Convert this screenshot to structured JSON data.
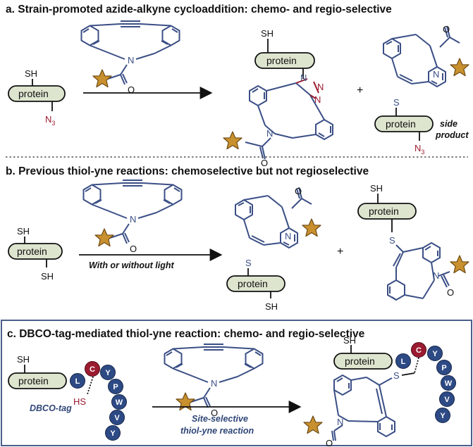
{
  "panels": {
    "a": {
      "title": "a. Strain-promoted azide-alkyne cycloaddition: chemo- and regio-selective",
      "side_product_1": "side",
      "side_product_2": "product"
    },
    "b": {
      "title": "b. Previous thiol-yne reactions: chemoselective but not regioselective",
      "condition": "With or without light"
    },
    "c": {
      "title": "c. DBCO-tag-mediated thiol-yne reaction: chemo- and regio-selective",
      "tag_label": "DBCO-tag",
      "condition_1": "Site-selective",
      "condition_2": "thiol-yne reaction"
    }
  },
  "labels": {
    "protein": "protein",
    "sh": "SH",
    "hs": "HS",
    "s": "S",
    "n": "N",
    "o": "O",
    "n3": "N",
    "n3_sub": "3",
    "plus": "+",
    "triazole_n1": "N",
    "triazole_n2": "N",
    "triazole_n3": "N"
  },
  "peptide_sequence": [
    "L",
    "C",
    "Y",
    "P",
    "W",
    "V",
    "Y"
  ],
  "colors": {
    "protein_fill": "#dde5cf",
    "molecule_blue": "#3b4f86",
    "azide_red": "#9b1b30",
    "star_gold": "#c8902e",
    "residue_blue": "#2d4a85",
    "residue_red": "#9b1b30",
    "box_border": "#4a5f8a"
  }
}
